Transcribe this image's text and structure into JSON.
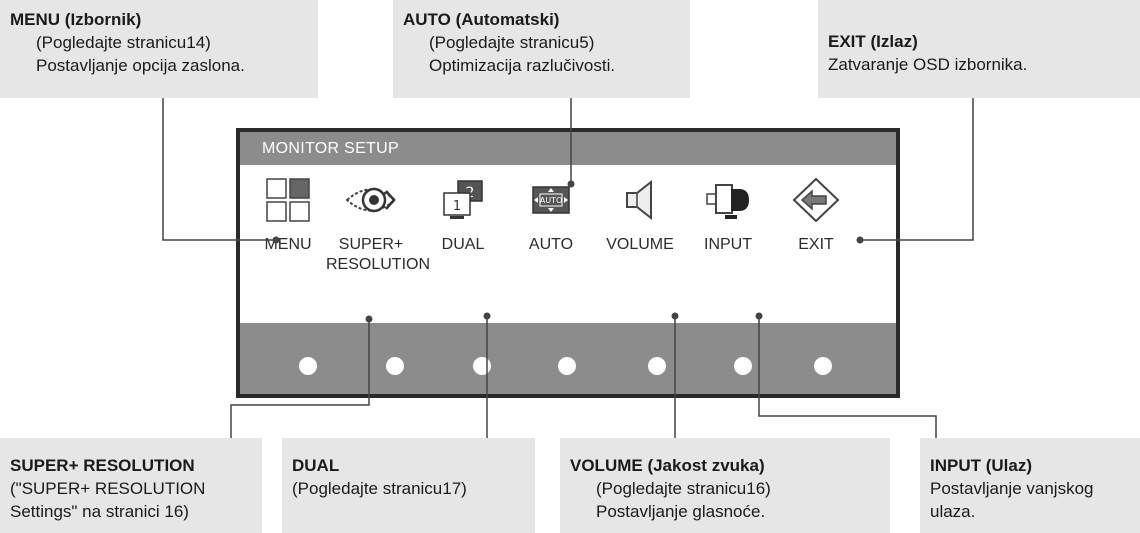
{
  "callouts": {
    "menu": {
      "title": "MENU (Izbornik)",
      "ref": "(Pogledajte stranicu14)",
      "desc": "Postavljanje opcija zaslona."
    },
    "auto": {
      "title": "AUTO (Automatski)",
      "ref": "(Pogledajte stranicu5)",
      "desc": "Optimizacija razlučivosti."
    },
    "exit": {
      "title": "EXIT (Izlaz)",
      "desc": "Zatvaranje OSD izbornika."
    },
    "super_resolution": {
      "title": "SUPER+ RESOLUTION",
      "line1": "(\"SUPER+ RESOLUTION",
      "line2": "Settings\" na stranici 16)"
    },
    "dual": {
      "title": "DUAL",
      "ref": "(Pogledajte stranicu17)"
    },
    "volume": {
      "title": "VOLUME (Jakost zvuka)",
      "ref": "(Pogledajte stranicu16)",
      "desc": "Postavljanje glasnoće."
    },
    "input": {
      "title": "INPUT (Ulaz)",
      "line1": "Postavljanje vanjskog",
      "line2": "ulaza."
    }
  },
  "osd": {
    "title": "MONITOR SETUP",
    "items": [
      {
        "label": "MENU",
        "icon": "menu-grid-icon"
      },
      {
        "label": "SUPER+",
        "label2": "RESOLUTION",
        "icon": "eye-icon"
      },
      {
        "label": "DUAL",
        "icon": "dual-monitor-icon",
        "glyph1": "1",
        "glyph2": "2"
      },
      {
        "label": "AUTO",
        "icon": "auto-icon",
        "glyph": "AUTO"
      },
      {
        "label": "VOLUME",
        "icon": "speaker-icon"
      },
      {
        "label": "INPUT",
        "icon": "input-connector-icon"
      },
      {
        "label": "EXIT",
        "icon": "exit-arrow-icon"
      }
    ]
  },
  "colors": {
    "callout_bg": "#e6e6e6",
    "osd_header": "#8c8c8c",
    "monitor_frame": "#2a2a2a",
    "leader_line": "#444444"
  }
}
